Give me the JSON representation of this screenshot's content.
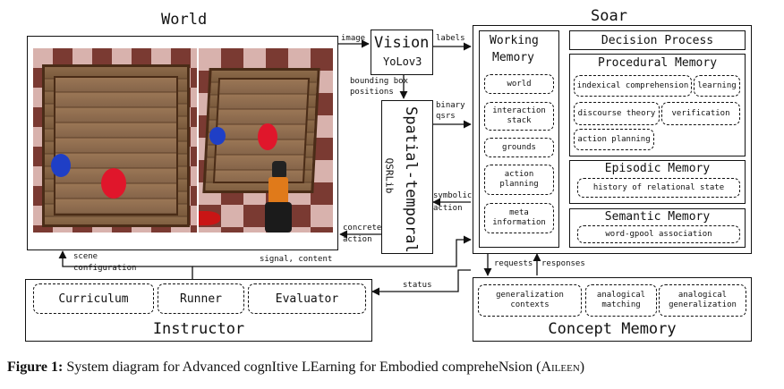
{
  "world": {
    "title": "World"
  },
  "soar": {
    "title": "Soar",
    "working_memory": {
      "title_line1": "Working",
      "title_line2": "Memory",
      "items": [
        "world",
        "interaction stack",
        "grounds",
        "action planning",
        "meta information"
      ]
    },
    "decision_process": "Decision Process",
    "procedural_memory": {
      "title": "Procedural Memory",
      "items": [
        "indexical comprehension",
        "learning",
        "discourse theory",
        "verification",
        "action planning"
      ]
    },
    "episodic_memory": {
      "title": "Episodic Memory",
      "items": [
        "history of relational state"
      ]
    },
    "semantic_memory": {
      "title": "Semantic Memory",
      "items": [
        "word-gpool association"
      ]
    }
  },
  "vision": {
    "title": "Vision",
    "subtitle": "YoLov3"
  },
  "spatial": {
    "title": "Spatial-temporal",
    "subtitle": "QSRLib"
  },
  "instructor": {
    "title": "Instructor",
    "items": [
      "Curriculum",
      "Runner",
      "Evaluator"
    ]
  },
  "concept_memory": {
    "title": "Concept Memory",
    "items": [
      "generalization contexts",
      "analogical matching",
      "analogical generalization"
    ]
  },
  "edge_labels": {
    "image": "image",
    "labels": "labels",
    "bounding_box": "bounding box",
    "positions": "positions",
    "binary": "binary",
    "qsrs": "qsrs",
    "symbolic": "symbolic",
    "action": "action",
    "concrete": "concrete",
    "concrete_action": "action",
    "scene": "scene",
    "configuration": "configuration",
    "signal_content": "signal, content",
    "status": "status",
    "requests": "requests",
    "responses": "responses"
  },
  "caption": {
    "label": "Figure 1:",
    "text_part1": "System diagram for Advanced cognItive LEarning for Embodied compreheNsion (",
    "acronym": "Aileen",
    "text_part2": ")"
  }
}
